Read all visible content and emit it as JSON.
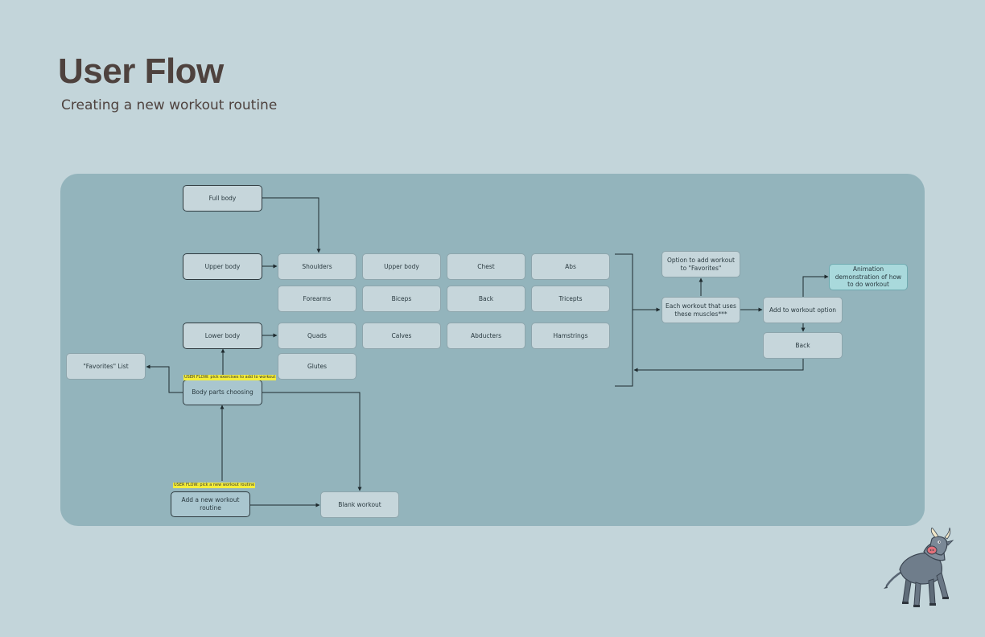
{
  "header": {
    "title": "User Flow",
    "subtitle": "Creating a new workout routine"
  },
  "nodes": {
    "full_body": "Full body",
    "upper_body_left": "Upper body",
    "lower_body": "Lower body",
    "favorites_list": "\"Favorites\" List",
    "body_parts": "Body parts choosing",
    "add_routine": "Add a new workout routine",
    "blank_workout": "Blank workout",
    "shoulders": "Shoulders",
    "upper_body": "Upper body",
    "chest": "Chest",
    "abs": "Abs",
    "forearms": "Forearms",
    "biceps": "Biceps",
    "back_muscle": "Back",
    "triceps": "Tricepts",
    "quads": "Quads",
    "calves": "Calves",
    "abducters": "Abducters",
    "hamstrings": "Hamstrings",
    "glutes": "Glutes",
    "option_favorites": "Option to add workout to \"Favorites\"",
    "each_workout": "Each workout that uses these muscles***",
    "add_option": "Add to workout option",
    "back_button": "Back",
    "animation": "Animation demonstration of how to do workout"
  },
  "notes": {
    "pick_exercises": "USER FLOW:  pick exercises to add to workout",
    "pick_routine": "USER FLOW:  pick a new workout routine"
  },
  "colors": {
    "background": "#c3d5da",
    "panel": "#93b4bc",
    "node": "#c6d6db",
    "highlight_node": "#a9d9dc",
    "note": "#f5ee3a",
    "title": "#4e423e"
  }
}
